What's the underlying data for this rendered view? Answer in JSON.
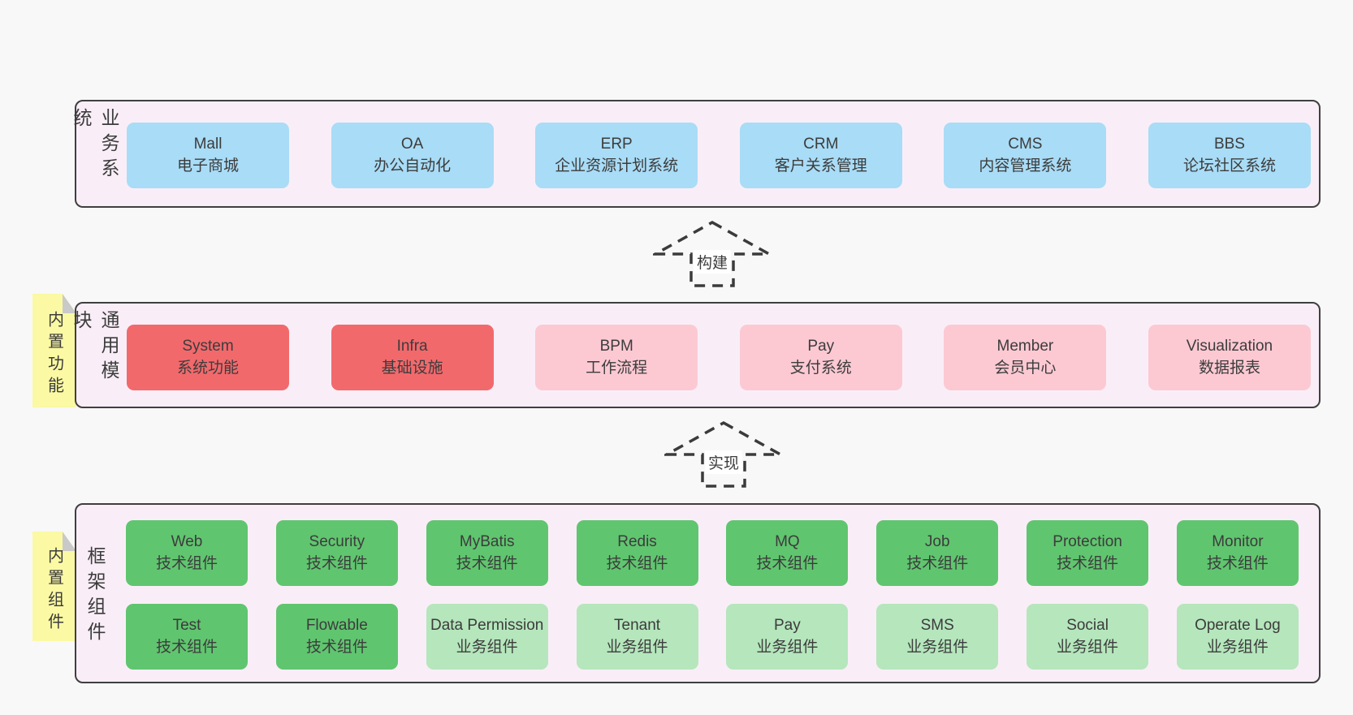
{
  "colors": {
    "page-bg": "#f8f8f8",
    "panel-bg": "#f9eef7",
    "panel-border": "#3f3f3f",
    "text": "#3c3c3c",
    "blue": "#a9dcf6",
    "red": "#f2696c",
    "pink": "#fcc9d3",
    "green": "#60c56f",
    "green-light": "#b5e6bc",
    "sticky-yellow": "#fbf9a3",
    "sticky-fold": "#c9c9c9",
    "arrow": "#3b3b3b",
    "label-bg": "#ffffff"
  },
  "arrows": {
    "build": "构建",
    "implement": "实现"
  },
  "sections": {
    "business": {
      "side_label": "业务系统",
      "boxes": [
        {
          "title": "Mall",
          "subtitle": "电子商城"
        },
        {
          "title": "OA",
          "subtitle": "办公自动化"
        },
        {
          "title": "ERP",
          "subtitle": "企业资源计划系统"
        },
        {
          "title": "CRM",
          "subtitle": "客户关系管理"
        },
        {
          "title": "CMS",
          "subtitle": "内容管理系统"
        },
        {
          "title": "BBS",
          "subtitle": "论坛社区系统"
        }
      ]
    },
    "modules": {
      "side_label": "通用模块",
      "sticky_label": "内置功能",
      "boxes": [
        {
          "title": "System",
          "subtitle": "系统功能"
        },
        {
          "title": "Infra",
          "subtitle": "基础设施"
        },
        {
          "title": "BPM",
          "subtitle": "工作流程"
        },
        {
          "title": "Pay",
          "subtitle": "支付系统"
        },
        {
          "title": "Member",
          "subtitle": "会员中心"
        },
        {
          "title": "Visualization",
          "subtitle": "数据报表"
        }
      ]
    },
    "components": {
      "side_label": "框架组件",
      "sticky_label": "内置组件",
      "row1": [
        {
          "title": "Web",
          "subtitle": "技术组件"
        },
        {
          "title": "Security",
          "subtitle": "技术组件"
        },
        {
          "title": "MyBatis",
          "subtitle": "技术组件"
        },
        {
          "title": "Redis",
          "subtitle": "技术组件"
        },
        {
          "title": "MQ",
          "subtitle": "技术组件"
        },
        {
          "title": "Job",
          "subtitle": "技术组件"
        },
        {
          "title": "Protection",
          "subtitle": "技术组件"
        },
        {
          "title": "Monitor",
          "subtitle": "技术组件"
        }
      ],
      "row2": [
        {
          "title": "Test",
          "subtitle": "技术组件"
        },
        {
          "title": "Flowable",
          "subtitle": "技术组件"
        },
        {
          "title": "Data Permission",
          "subtitle": "业务组件"
        },
        {
          "title": "Tenant",
          "subtitle": "业务组件"
        },
        {
          "title": "Pay",
          "subtitle": "业务组件"
        },
        {
          "title": "SMS",
          "subtitle": "业务组件"
        },
        {
          "title": "Social",
          "subtitle": "业务组件"
        },
        {
          "title": "Operate Log",
          "subtitle": "业务组件"
        }
      ]
    }
  }
}
